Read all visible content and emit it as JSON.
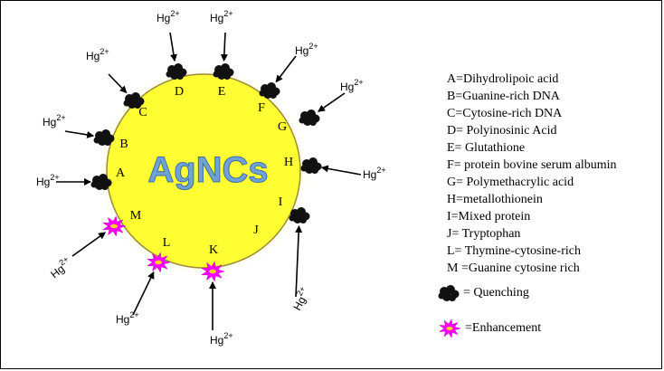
{
  "center_label": "AgNCs",
  "ion_label": "Hg",
  "ion_charge": "2+",
  "sites": [
    {
      "letter": "A",
      "type": "quench"
    },
    {
      "letter": "B",
      "type": "quench"
    },
    {
      "letter": "C",
      "type": "quench"
    },
    {
      "letter": "D",
      "type": "quench"
    },
    {
      "letter": "E",
      "type": "quench"
    },
    {
      "letter": "F",
      "type": "quench"
    },
    {
      "letter": "G",
      "type": "quench"
    },
    {
      "letter": "H",
      "type": "quench"
    },
    {
      "letter": "I",
      "type": "none"
    },
    {
      "letter": "J",
      "type": "quench"
    },
    {
      "letter": "K",
      "type": "enhance"
    },
    {
      "letter": "L",
      "type": "enhance"
    },
    {
      "letter": "M",
      "type": "enhance"
    }
  ],
  "legend": [
    "A=Dihydrolipoic acid",
    "B=Guanine-rich DNA",
    "C=Cytosine-rich DNA",
    "D= Polyinosinic Acid",
    "E= Glutathione",
    "F= protein bovine serum albumin",
    "G= Polymethacrylic acid",
    "H=metallothionein",
    "I=Mixed protein",
    "J= Tryptophan",
    "L= Thymine-cytosine-rich",
    "M =Guanine cytosine rich"
  ],
  "quenching_label": "= Quenching",
  "enhancement_label": "=Enhancement",
  "colors": {
    "circle_fill": "#ffff33",
    "circle_glow": "#f6f6a0",
    "circle_stroke": "#9c8a3a",
    "center_text": "#6fa3d6",
    "quencher": "#111111",
    "enhancer": "#ff00ff",
    "enhancer_core": "#ffd21f"
  },
  "icons": {
    "quencher": "black-cluster-icon",
    "enhancer": "magenta-star-icon"
  }
}
